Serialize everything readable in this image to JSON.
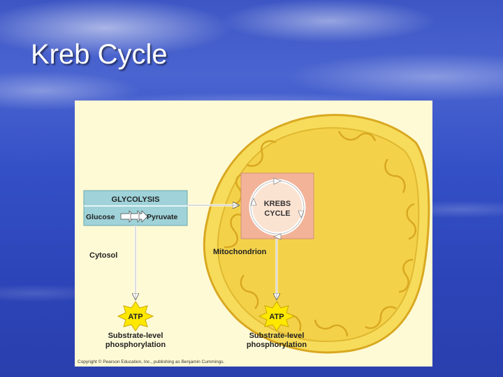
{
  "slide": {
    "title": "Kreb Cycle"
  },
  "diagram": {
    "glycolysis_title": "GLYCOLYSIS",
    "glucose": "Glucose",
    "pyruvate": "Pyruvate",
    "krebs_line1": "KREBS",
    "krebs_line2": "CYCLE",
    "cytosol": "Cytosol",
    "mitochondrion": "Mitochondrion",
    "atp_left": "ATP",
    "atp_right": "ATP",
    "label_left_line1": "Substrate-level",
    "label_left_line2": "phosphorylation",
    "label_right_line1": "Substrate-level",
    "label_right_line2": "phosphorylation",
    "copyright": "Copyright © Pearson Education, Inc., publishing as Benjamin Cummings."
  },
  "colors": {
    "figure_bg": "#fffad6",
    "mitochondrion_fill": "#f7dc5c",
    "mitochondrion_inner": "#f3d24a",
    "glycolysis_box": "#9fd3d9",
    "krebs_box": "#f2b399",
    "atp_burst": "#ffe800"
  }
}
